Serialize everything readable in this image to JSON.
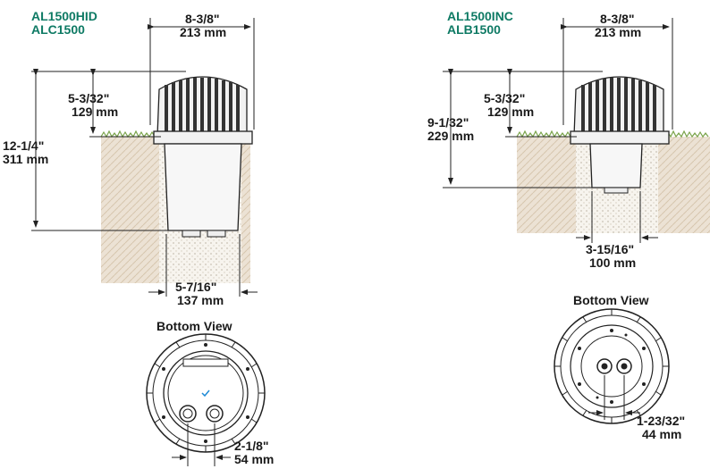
{
  "left": {
    "models": [
      "AL1500HID",
      "ALC1500"
    ],
    "width": {
      "in": "8-3/8\"",
      "mm": "213 mm"
    },
    "above_grade": {
      "in": "5-3/32\"",
      "mm": "129 mm"
    },
    "total_height": {
      "in": "12-1/4\"",
      "mm": "311 mm"
    },
    "base_width": {
      "in": "5-7/16\"",
      "mm": "137 mm"
    },
    "bottom_view_title": "Bottom View",
    "bottom_view_dim": {
      "in": "2-1/8\"",
      "mm": "54 mm"
    }
  },
  "right": {
    "models": [
      "AL1500INC",
      "ALB1500"
    ],
    "width": {
      "in": "8-3/8\"",
      "mm": "213 mm"
    },
    "above_grade": {
      "in": "5-3/32\"",
      "mm": "129 mm"
    },
    "total_height": {
      "in": "9-1/32\"",
      "mm": "229 mm"
    },
    "base_width": {
      "in": "3-15/16\"",
      "mm": "100 mm"
    },
    "bottom_view_title": "Bottom View",
    "bottom_view_dim": {
      "in": "1-23/32\"",
      "mm": "44 mm"
    }
  },
  "colors": {
    "model_text": "#0e7a64",
    "soil": "#e8dccb",
    "grass": "#7aa34a",
    "fixture": "#f2f2f2",
    "line": "#222222"
  }
}
